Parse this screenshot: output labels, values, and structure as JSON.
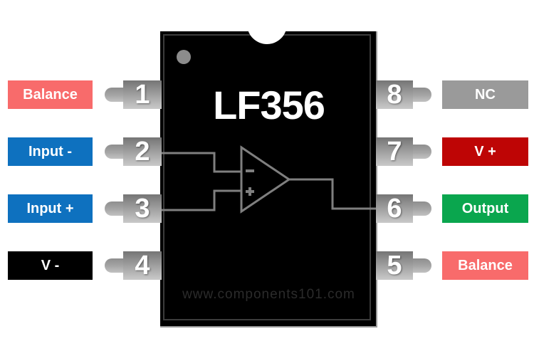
{
  "diagram": {
    "chip_title": "LF356",
    "watermark": "www.components101.com"
  },
  "colors": {
    "balance": "#F86B6B",
    "input": "#0E71BF",
    "v_minus": "#000000",
    "nc": "#9A9A9A",
    "v_plus": "#BE0505",
    "output": "#0AA64E",
    "wire": "#7f7f7f",
    "chip_body": "#000000",
    "pin_metal": "#9e9e9e",
    "label_text": "#ffffff"
  },
  "pins": {
    "left": [
      {
        "number": "1",
        "label": "Balance",
        "color": "#F86B6B"
      },
      {
        "number": "2",
        "label": "Input -",
        "color": "#0E71BF"
      },
      {
        "number": "3",
        "label": "Input +",
        "color": "#0E71BF"
      },
      {
        "number": "4",
        "label": "V -",
        "color": "#000000"
      }
    ],
    "right": [
      {
        "number": "8",
        "label": "NC",
        "color": "#9A9A9A"
      },
      {
        "number": "7",
        "label": "V +",
        "color": "#BE0505"
      },
      {
        "number": "6",
        "label": "Output",
        "color": "#0AA64E"
      },
      {
        "number": "5",
        "label": "Balance",
        "color": "#F86B6B"
      }
    ]
  },
  "opamp": {
    "inverting_input_sign": "-",
    "non_inverting_input_sign": "+"
  }
}
